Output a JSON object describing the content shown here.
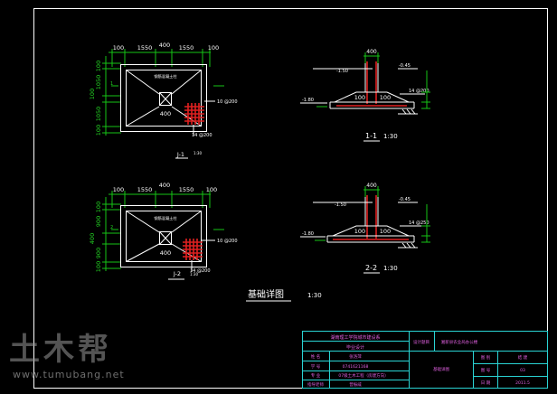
{
  "colors": {
    "background": "#000000",
    "outline": "#ffffff",
    "dimension": "#16c416",
    "label": "#e6e62a",
    "rebar": "#e02020",
    "titleblock": "#2ad4d4",
    "text_magenta": "#e060e0"
  },
  "plan_j1": {
    "dims_top": [
      "100",
      "1550",
      "400",
      "1550",
      "100"
    ],
    "dims_left": [
      "100",
      "1050",
      "100",
      "1050",
      "100"
    ],
    "note_top": "钢筋混凝土柱",
    "bar_right": "10 @200",
    "bar_bottom": "14 @200",
    "center_num": "400",
    "axis_mark": "1",
    "label": "J-1",
    "scale": "1:30"
  },
  "plan_j2": {
    "dims_top": [
      "100",
      "1550",
      "400",
      "1550",
      "100"
    ],
    "dims_left": [
      "100",
      "900",
      "400",
      "900",
      "100"
    ],
    "note_top": "钢筋混凝土柱",
    "bar_right": "10 @200",
    "bar_bottom": "14 @200",
    "center_num": "400",
    "axis_mark": "2",
    "label": "J-2",
    "scale": "1:30"
  },
  "section_1": {
    "top_dim": "400",
    "level_left": "-1.50",
    "level_ground": "-0.45",
    "level_base": "-1.80",
    "haunch_left": "100",
    "haunch_right": "100",
    "bar": "14 @200",
    "label": "1-1",
    "scale": "1:30"
  },
  "section_2": {
    "top_dim": "400",
    "level_left": "-1.50",
    "level_ground": "-0.45",
    "level_base": "-1.80",
    "haunch_left": "100",
    "haunch_right": "100",
    "bar": "14 @250",
    "label": "2-2",
    "scale": "1:30"
  },
  "sheet_title": "基础详图",
  "sheet_scale": "1:30",
  "title_block": {
    "school": "湖南理工学院城市建设系",
    "course": "毕业设计",
    "project_label": "设计题目",
    "project_name": "湘新县农业局办公楼",
    "rows": [
      {
        "k": "姓 名",
        "v": "张洛萍"
      },
      {
        "k": "学 号",
        "v": "0741621168"
      },
      {
        "k": "专 业",
        "v": "07级土木工程（房建方向）"
      },
      {
        "k": "指导老师",
        "v": "曾振威"
      }
    ],
    "drawing_name": "基础详图",
    "meta": [
      {
        "k": "图 别",
        "v": "结 建"
      },
      {
        "k": "图 号",
        "v": "03"
      },
      {
        "k": "日 期",
        "v": "2011.5"
      }
    ]
  },
  "watermark": {
    "logo": "土木帮",
    "url": "www.tumubang.net"
  }
}
